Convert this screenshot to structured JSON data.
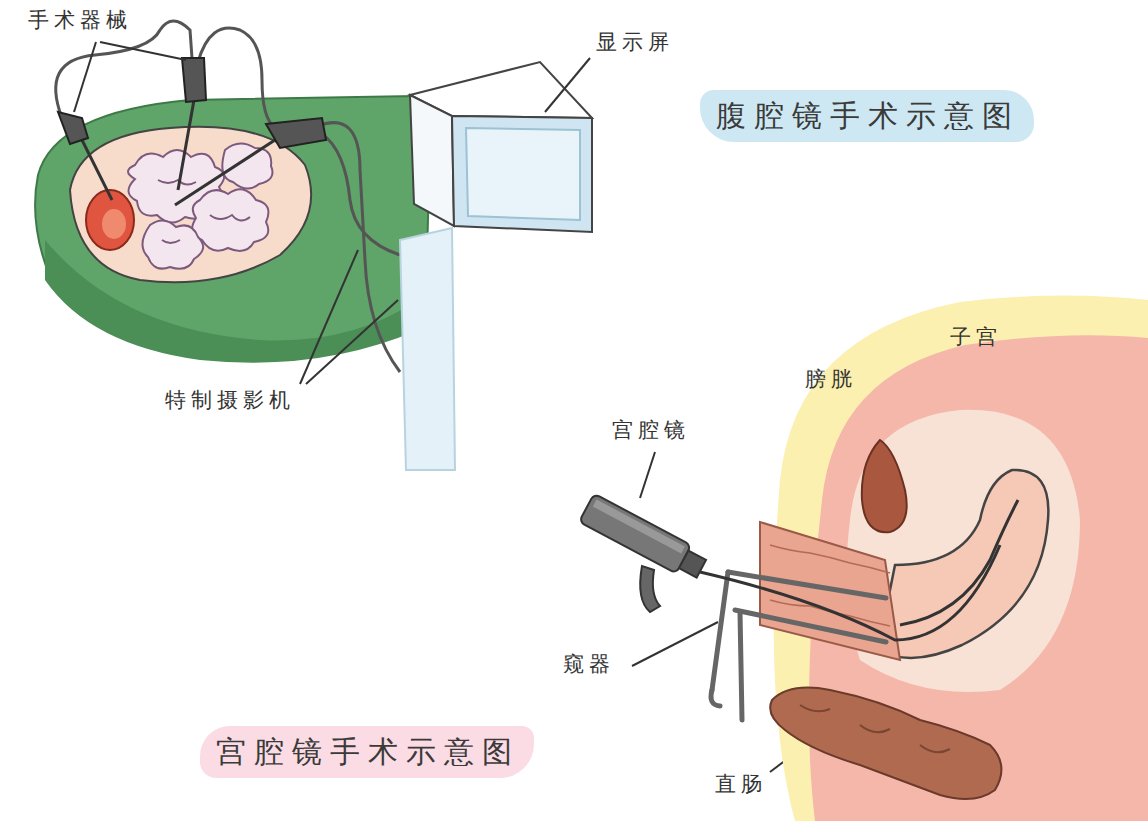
{
  "diagram": {
    "nodes": [
      {
        "text": [
          "腹腔镜手术示意图"
        ]
      },
      {
        "text": [
          "宫腔镜手术示意图"
        ]
      }
    ],
    "labels": [
      "手术器械",
      "显示屏",
      "特制摄影机",
      "子宫",
      "膀胱",
      "宫腔镜",
      "窥器",
      "直肠"
    ]
  }
}
